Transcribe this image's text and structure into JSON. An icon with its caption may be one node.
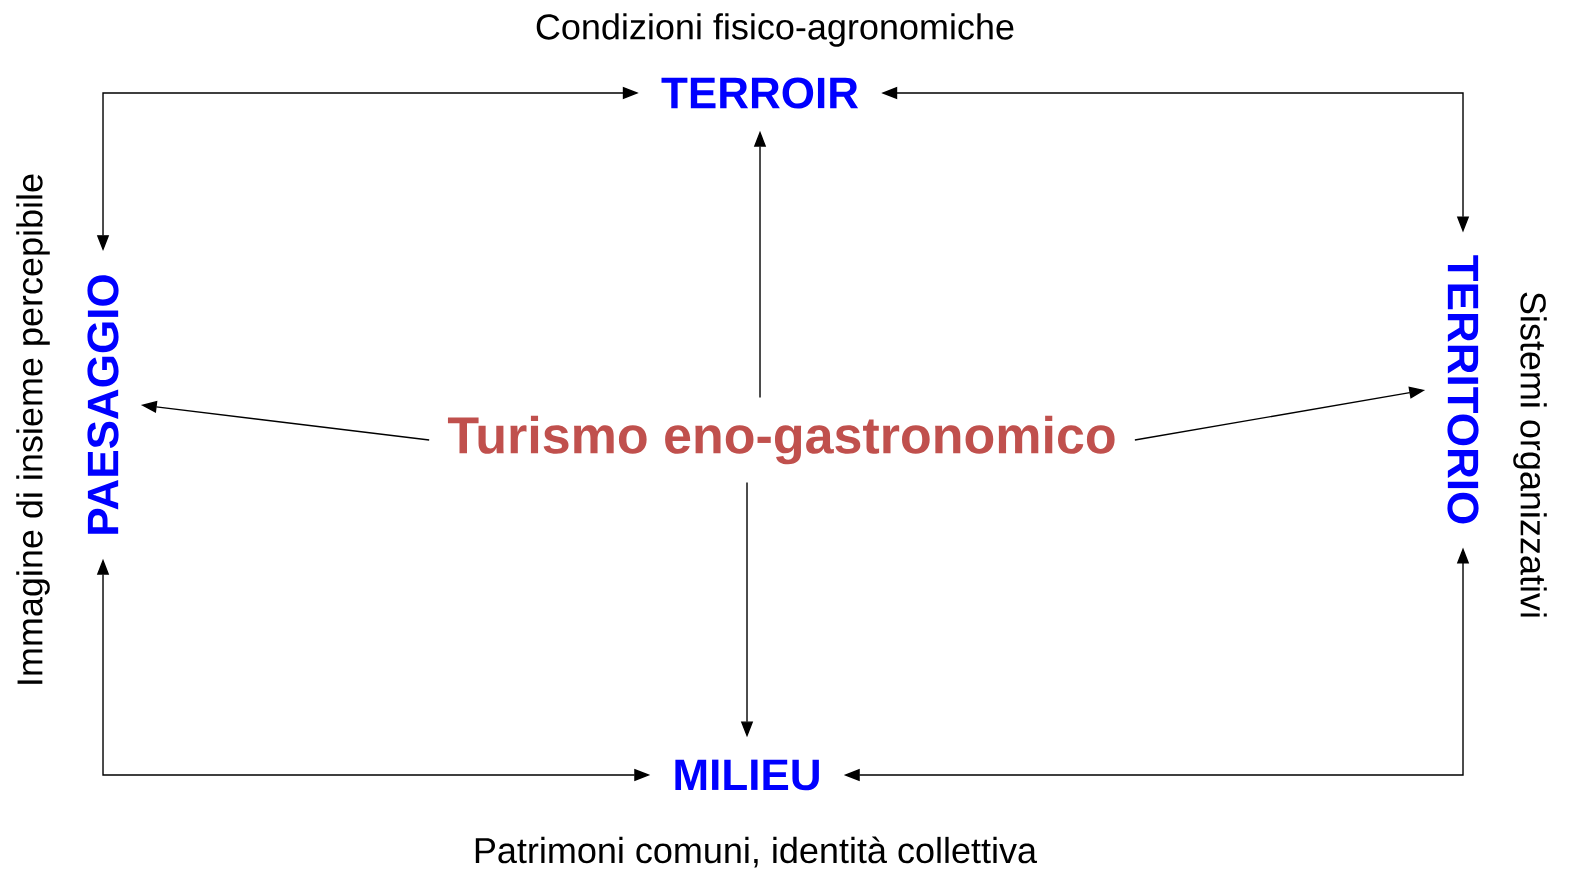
{
  "diagram": {
    "nodes": [
      {
        "text": [
          "TERROIR"
        ],
        "beside": [
          "Condizioni fisico-agronomiche"
        ]
      },
      {
        "text": [
          "PAESAGGIO"
        ],
        "beside": [
          "Immagine di insieme percepibile"
        ]
      },
      {
        "text": [
          "Turismo eno-gastronomico"
        ]
      },
      {
        "text": [
          "TERRITORIO"
        ],
        "beside": [
          "Sistemi organizzativi"
        ]
      },
      {
        "text": [
          "MILIEU"
        ],
        "beside": [
          "Patrimoni comuni, identità collettiva"
        ]
      }
    ],
    "edges": [
      {
        "from": 1,
        "to": 0,
        "arrow": "both"
      },
      {
        "from": 0,
        "to": 3,
        "arrow": "both"
      },
      {
        "from": 1,
        "to": 4,
        "arrow": "both"
      },
      {
        "from": 4,
        "to": 3,
        "arrow": "both"
      },
      {
        "from": 2,
        "to": 0,
        "arrow": "to"
      },
      {
        "from": 2,
        "to": 1,
        "arrow": "to"
      },
      {
        "from": 2,
        "to": 3,
        "arrow": "to"
      },
      {
        "from": 2,
        "to": 4,
        "arrow": "to"
      }
    ]
  }
}
